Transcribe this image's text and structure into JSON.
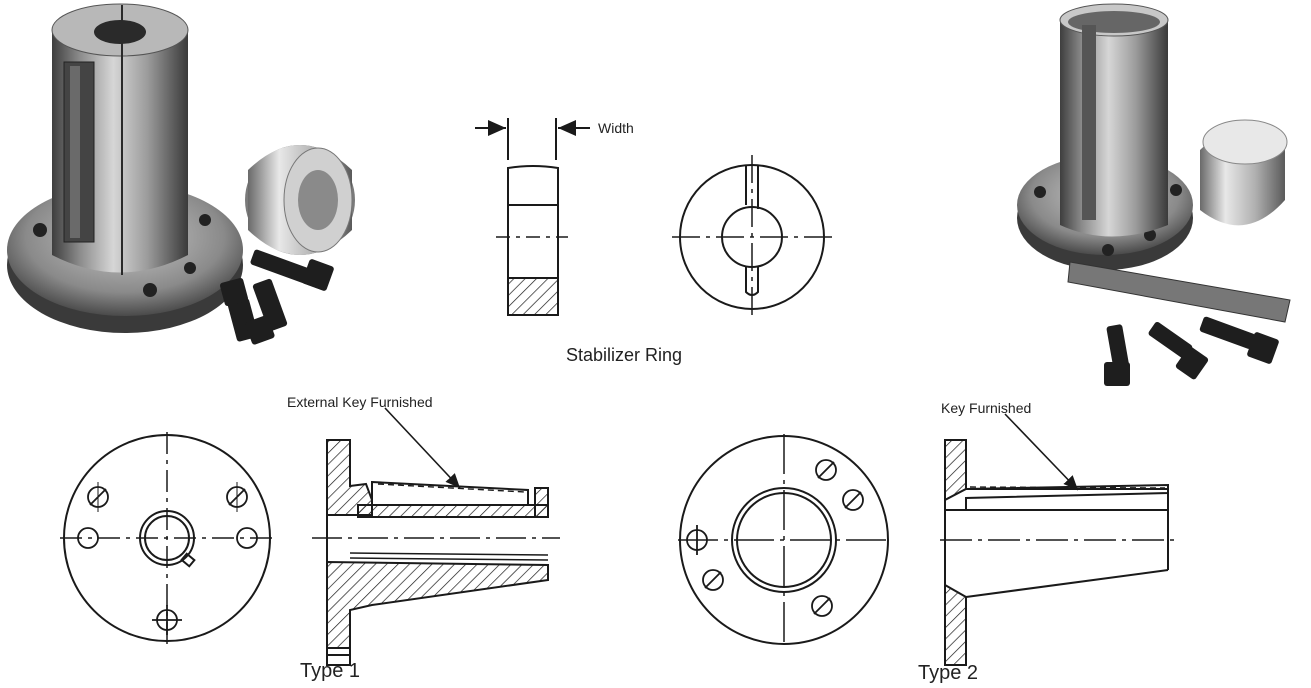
{
  "labels": {
    "width": "Width",
    "stabilizer_ring": "Stabilizer Ring",
    "external_key_furnished": "External Key Furnished",
    "key_furnished": "Key Furnished",
    "type1": "Type 1",
    "type2": "Type 2"
  },
  "colors": {
    "ink": "#1a1a1a",
    "steel_light": "#d8d8d8",
    "steel_mid": "#9a9a9a",
    "steel_dark": "#4a4a4a",
    "bolt": "#1e1e1e"
  }
}
